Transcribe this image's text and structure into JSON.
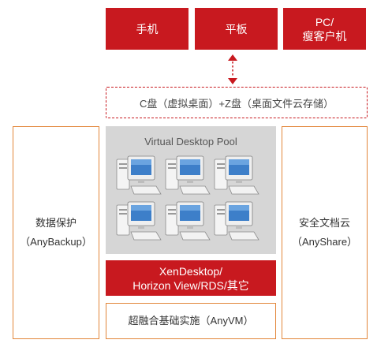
{
  "devices": [
    {
      "label": "手机"
    },
    {
      "label": "平板"
    },
    {
      "label": "PC/",
      "label2": "瘦客户机"
    }
  ],
  "storage_bar": {
    "label": "C盘（虚拟桌面）+Z盘（桌面文件云存储）"
  },
  "left_panel": {
    "line1": "数据保护",
    "line2": "（AnyBackup）"
  },
  "right_panel": {
    "line1": "安全文档云",
    "line2": "（AnyShare）"
  },
  "pool": {
    "title": "Virtual Desktop Pool",
    "computer_icon": "desktop-computer-icon",
    "computer_count": 6
  },
  "vdi": {
    "line1": "XenDesktop/",
    "line2": "Horizon View/RDS/其它"
  },
  "hci": {
    "label": "超融合基础实施（AnyVM）"
  },
  "colors": {
    "accent_red": "#c8191f",
    "panel_orange": "#e2863a",
    "pool_gray": "#d6d6d6"
  }
}
